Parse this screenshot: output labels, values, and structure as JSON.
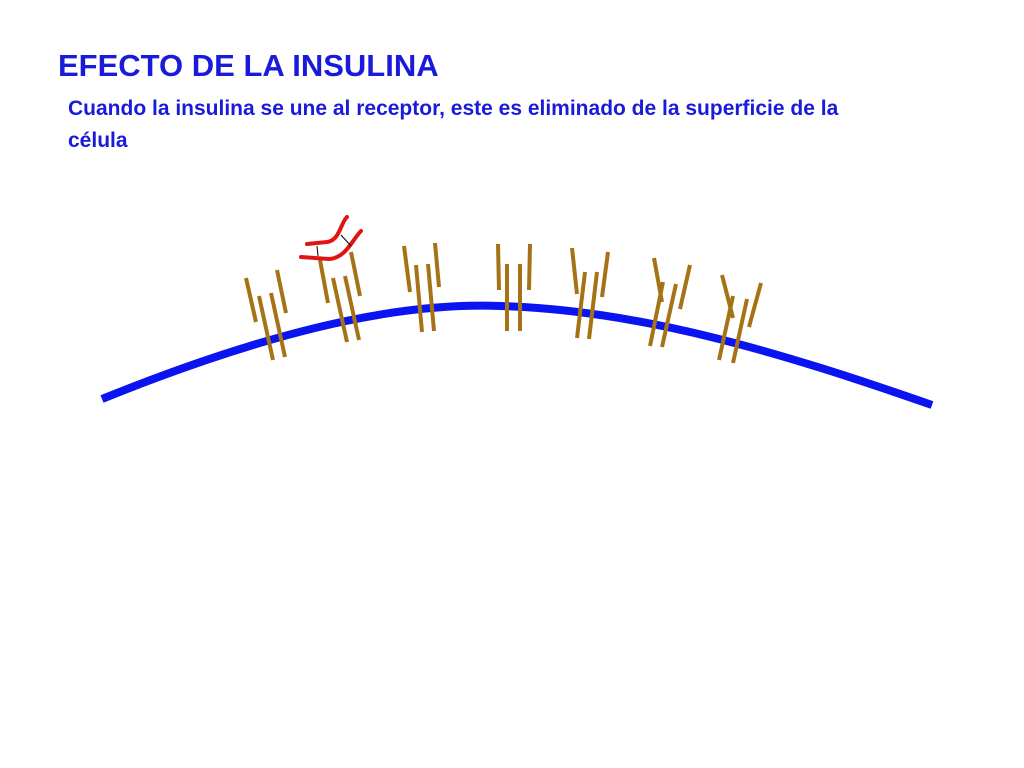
{
  "slide": {
    "title": "EFECTO DE LA INSULINA",
    "subtitle": "Cuando la insulina se une al receptor, este es eliminado de la superficie de la célula"
  },
  "colors": {
    "title_text": "#1a1adb",
    "membrane": "#0a14f0",
    "receptor": "#a57316",
    "insulin": "#e01414",
    "bond": "#000000"
  },
  "diagram": {
    "receptor_count": 7,
    "bound_receptor_index": 1
  }
}
